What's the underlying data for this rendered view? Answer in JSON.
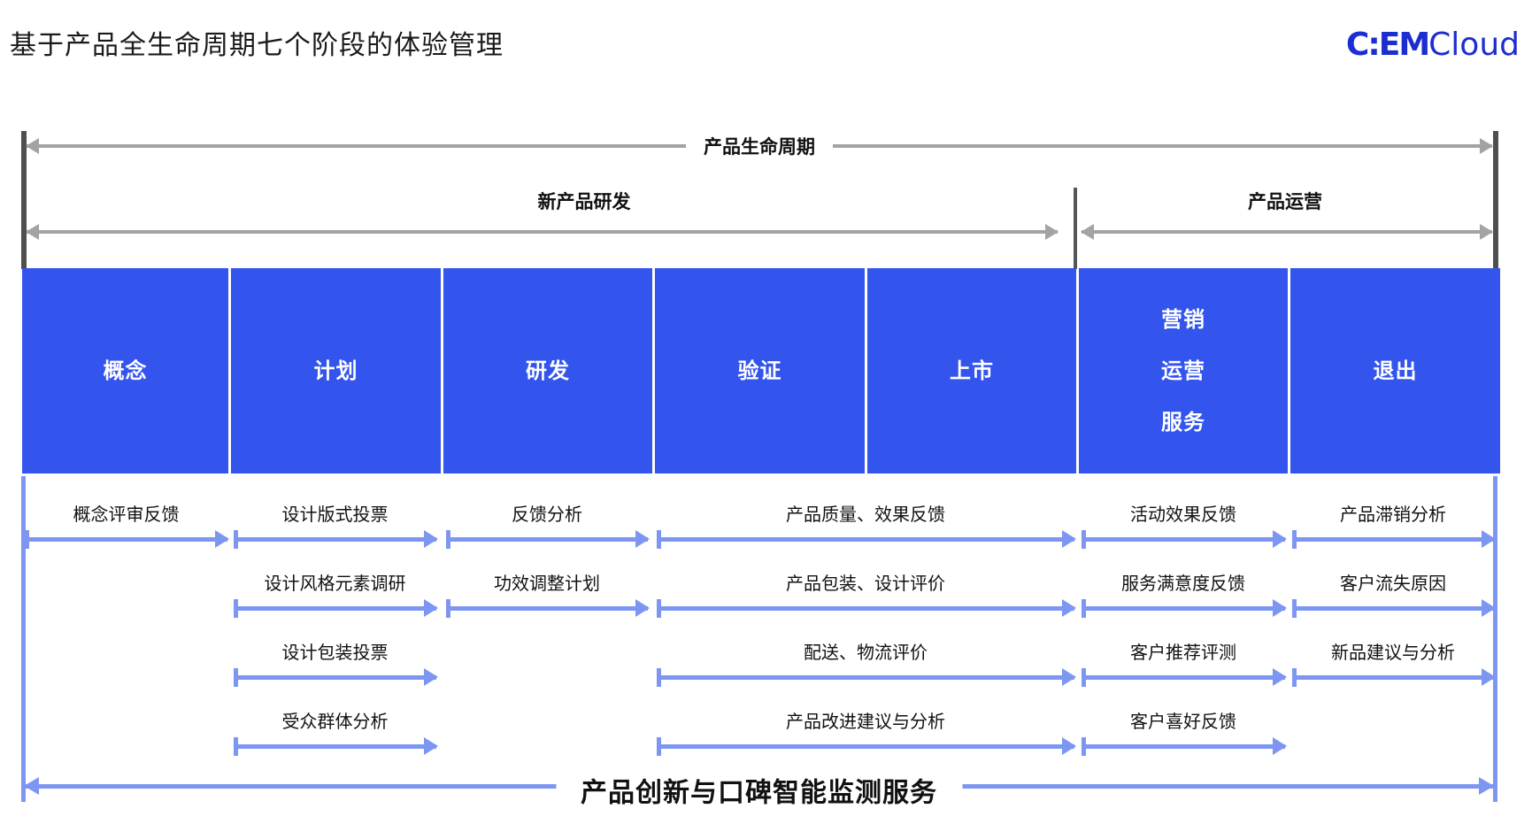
{
  "header": {
    "title": "基于产品全生命周期七个阶段的体验管理",
    "logo_primary": "C:EM",
    "logo_secondary": "Cloud"
  },
  "lifecycle_bar": {
    "label": "产品生命周期"
  },
  "phase_bars": {
    "rd": "新产品研发",
    "ops": "产品运营"
  },
  "stages": {
    "s1": "概念",
    "s2": "计划",
    "s3": "研发",
    "s4": "验证",
    "s5": "上市",
    "s6": "营销\n运营\n服务",
    "s7": "退出"
  },
  "feedback": {
    "r1": {
      "c1": "概念评审反馈",
      "c2": "设计版式投票",
      "c3": "反馈分析",
      "c45": "产品质量、效果反馈",
      "c6": "活动效果反馈",
      "c7": "产品滞销分析"
    },
    "r2": {
      "c2": "设计风格元素调研",
      "c3": "功效调整计划",
      "c45": "产品包装、设计评价",
      "c6": "服务满意度反馈",
      "c7": "客户流失原因"
    },
    "r3": {
      "c2": "设计包装投票",
      "c45": "配送、物流评价",
      "c6": "客户推荐评测",
      "c7": "新品建议与分析"
    },
    "r4": {
      "c2": "受众群体分析",
      "c45": "产品改进建议与分析",
      "c6": "客户喜好反馈"
    }
  },
  "footer": {
    "label": "产品创新与口碑智能监测服务"
  },
  "colors": {
    "stage_blue": "#3354ed",
    "arrow_blue": "#7d96f2",
    "arrow_gray": "#a3a3a3",
    "rail_gray": "#4f4f4f",
    "logo_blue": "#1c2ed0"
  }
}
